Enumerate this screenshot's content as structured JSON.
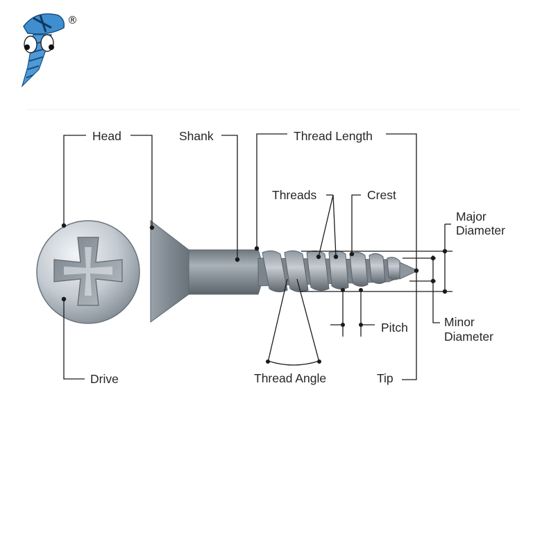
{
  "brand": {
    "logo": "smiling-screw-mascot",
    "registered_mark": "®"
  },
  "labels": {
    "head": "Head",
    "drive": "Drive",
    "shank": "Shank",
    "thread_length": "Thread Length",
    "threads": "Threads",
    "crest": "Crest",
    "major_diameter_1": "Major",
    "major_diameter_2": "Diameter",
    "minor_diameter_1": "Minor",
    "minor_diameter_2": "Diameter",
    "pitch": "Pitch",
    "thread_angle": "Thread Angle",
    "tip": "Tip"
  },
  "colors": {
    "metal_light": "#dfe4e8",
    "metal_mid": "#9aa3ac",
    "metal_dark": "#5b636b",
    "mascot_blue": "#3f8fd0",
    "line": "#1a1a1a"
  }
}
